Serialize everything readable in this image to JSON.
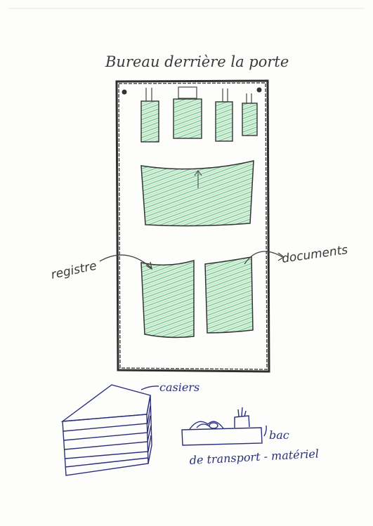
{
  "title": "Bureau derrière la porte",
  "labels": {
    "registre": "registre",
    "documents": "documents",
    "casiers": "casiers",
    "bac_line1": "bac",
    "bac_line2": "de transport - matériel"
  },
  "colors": {
    "pencil": "#3a3a3a",
    "ink": "#2b2f7a",
    "green_fill": "#63c27e",
    "paper": "#fdfdfb"
  }
}
